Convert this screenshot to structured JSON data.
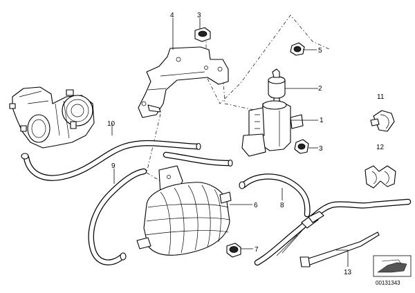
{
  "callouts": [
    {
      "id": "1",
      "text": "1"
    },
    {
      "id": "2",
      "text": "2"
    },
    {
      "id": "3a",
      "text": "3"
    },
    {
      "id": "3b",
      "text": "3"
    },
    {
      "id": "4",
      "text": "4"
    },
    {
      "id": "5",
      "text": "5"
    },
    {
      "id": "6",
      "text": "6"
    },
    {
      "id": "7",
      "text": "7"
    },
    {
      "id": "8",
      "text": "8"
    },
    {
      "id": "9",
      "text": "9"
    },
    {
      "id": "10",
      "text": "10"
    },
    {
      "id": "11",
      "text": "11"
    },
    {
      "id": "12",
      "text": "12"
    },
    {
      "id": "13",
      "text": "13"
    }
  ],
  "diagram_ref": "00131343"
}
